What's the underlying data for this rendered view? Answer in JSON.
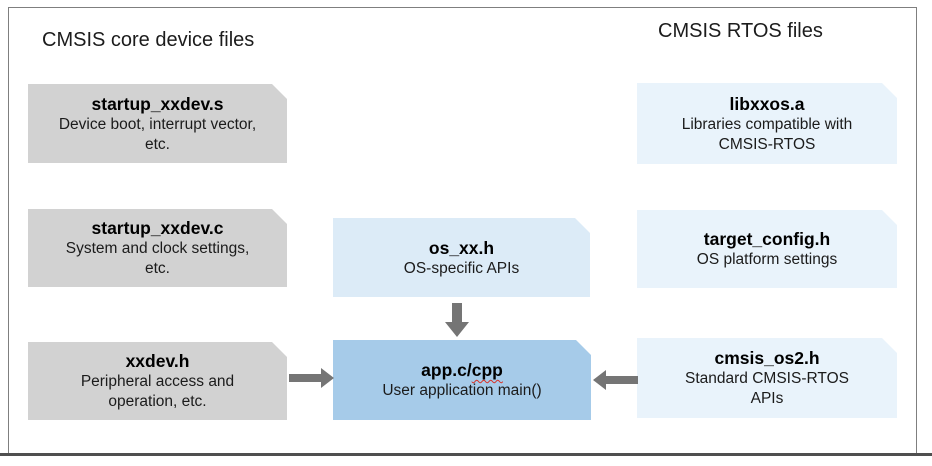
{
  "titles": {
    "left": "CMSIS core device files",
    "right": "CMSIS RTOS files"
  },
  "boxes": {
    "startup_s": {
      "title": "startup_xxdev.s",
      "lines": [
        "Device boot, interrupt vector,",
        "etc."
      ]
    },
    "startup_c": {
      "title": "startup_xxdev.c",
      "lines": [
        "System and clock settings,",
        "etc."
      ]
    },
    "xxdev_h": {
      "title": "xxdev.h",
      "lines": [
        "Peripheral access and",
        "operation, etc."
      ]
    },
    "os_xx_h": {
      "title": "os_xx.h",
      "lines": [
        "OS-specific APIs"
      ]
    },
    "app": {
      "title_plain": "app.c/",
      "title_misspelled": "cpp",
      "lines": [
        "User application main()"
      ]
    },
    "libxxos": {
      "title": "libxxos.a",
      "lines": [
        "Libraries compatible with",
        "CMSIS-RTOS"
      ]
    },
    "target_config": {
      "title": "target_config.h",
      "lines": [
        "OS platform settings"
      ]
    },
    "cmsis_os2": {
      "title": "cmsis_os2.h",
      "lines": [
        "Standard CMSIS-RTOS",
        "APIs"
      ]
    }
  },
  "arrows": [
    {
      "name": "os_xx_h-to-app",
      "direction": "down"
    },
    {
      "name": "xxdev_h-to-app",
      "direction": "right"
    },
    {
      "name": "cmsis_os2-to-app",
      "direction": "left"
    }
  ],
  "colors": {
    "gray_box": "#d2d2d2",
    "middle_blue_box": "#dcebf7",
    "right_blue_box": "#e9f3fb",
    "app_blue_box": "#a6cbe9",
    "arrow": "#757575",
    "frame_border": "#7f7f7f",
    "squiggle_red": "#d93025"
  }
}
